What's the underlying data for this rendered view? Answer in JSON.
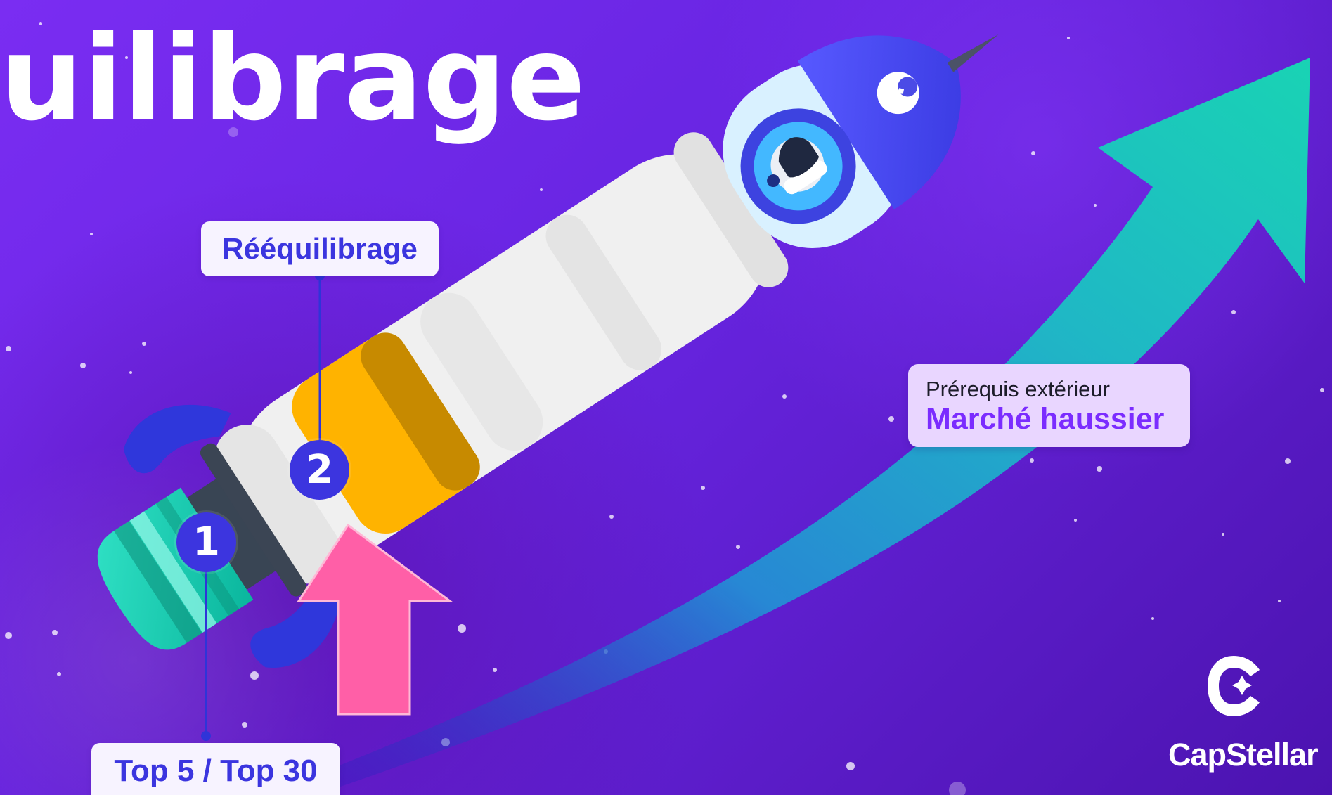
{
  "title": {
    "text": "uilibrage"
  },
  "labels": {
    "step_2_label": "Rééquilibrage",
    "step_1_label": "Top 5 / Top 30"
  },
  "steps": [
    {
      "number": "1"
    },
    {
      "number": "2"
    }
  ],
  "info_card": {
    "subtitle": "Prérequis extérieur",
    "title": "Marché haussier"
  },
  "brand": {
    "name": "CapStellar"
  },
  "colors": {
    "background": "#6a20e0",
    "accent_blue": "#3c35df",
    "teal_arrow": "#1fd0bb",
    "pink_arrow": "#ff5fa7",
    "gold_segment": "#ffb300",
    "card_purple": "#7b2cff"
  },
  "icons": {
    "rocket": "rocket-illustration",
    "astronaut": "astronaut-icon",
    "brand": "capstellar-logo-icon",
    "growth": "growth-arrow-icon",
    "up": "up-arrow-icon"
  }
}
